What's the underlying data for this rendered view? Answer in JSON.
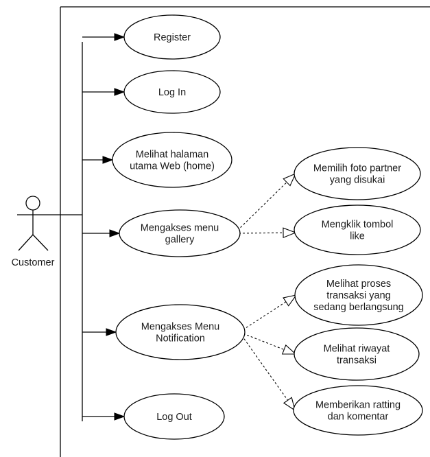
{
  "actor": {
    "name": "Customer",
    "icon": "stick-figure-actor-icon"
  },
  "use_cases": [
    {
      "id": "register",
      "lines": [
        "Register"
      ]
    },
    {
      "id": "login",
      "lines": [
        "Log In"
      ]
    },
    {
      "id": "home",
      "lines": [
        "Melihat halaman",
        "utama Web (home)"
      ]
    },
    {
      "id": "gallery",
      "lines": [
        "Mengakses menu",
        "gallery"
      ]
    },
    {
      "id": "notification",
      "lines": [
        "Mengakses Menu",
        "Notification"
      ]
    },
    {
      "id": "logout",
      "lines": [
        "Log Out"
      ]
    },
    {
      "id": "pilih-foto",
      "lines": [
        "Memilih foto partner",
        "yang disukai"
      ]
    },
    {
      "id": "like",
      "lines": [
        "Mengklik tombol",
        "like"
      ]
    },
    {
      "id": "proses-transaksi",
      "lines": [
        "Melihat proses",
        "transaksi yang",
        "sedang berlangsung"
      ]
    },
    {
      "id": "riwayat",
      "lines": [
        "Melihat riwayat",
        "transaksi"
      ]
    },
    {
      "id": "rating",
      "lines": [
        "Memberikan ratting",
        "dan komentar"
      ]
    }
  ],
  "associations": [
    {
      "from": "Customer",
      "to": "register"
    },
    {
      "from": "Customer",
      "to": "login"
    },
    {
      "from": "Customer",
      "to": "home"
    },
    {
      "from": "Customer",
      "to": "gallery"
    },
    {
      "from": "Customer",
      "to": "notification"
    },
    {
      "from": "Customer",
      "to": "logout"
    }
  ],
  "dependencies": [
    {
      "from": "gallery",
      "to": "pilih-foto"
    },
    {
      "from": "gallery",
      "to": "like"
    },
    {
      "from": "notification",
      "to": "proses-transaksi"
    },
    {
      "from": "notification",
      "to": "riwayat"
    },
    {
      "from": "notification",
      "to": "rating"
    }
  ],
  "colors": {
    "stroke": "#000000",
    "fill": "#ffffff",
    "text": "#1a1a1a"
  }
}
